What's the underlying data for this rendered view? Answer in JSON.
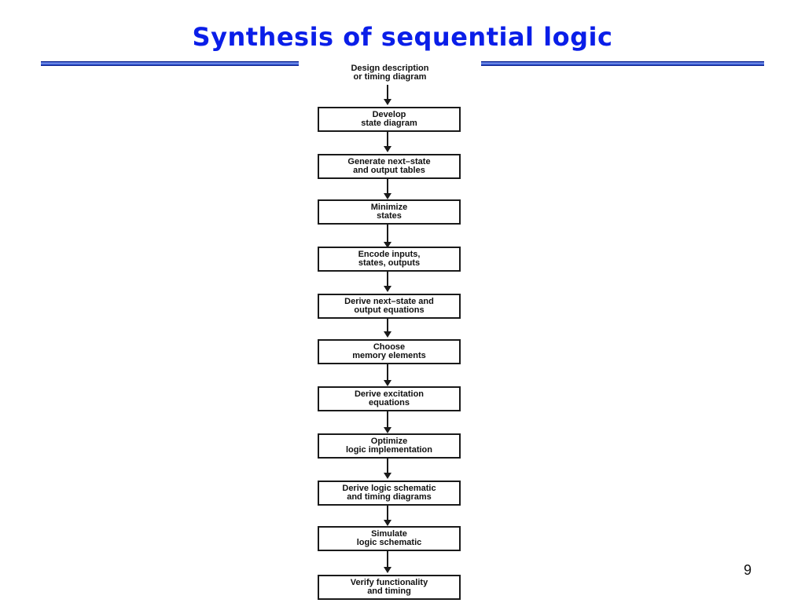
{
  "slide": {
    "title": "Synthesis of sequential logic",
    "page_number": "9"
  },
  "flowchart": {
    "start": "Design description\nor timing diagram",
    "steps": [
      "Develop\nstate diagram",
      "Generate next–state\nand output tables",
      "Minimize\nstates",
      "Encode inputs,\nstates, outputs",
      "Derive next–state and\noutput equations",
      "Choose\nmemory elements",
      "Derive excitation\nequations",
      "Optimize\nlogic implementation",
      "Derive logic schematic\nand timing diagrams",
      "Simulate\nlogic schematic",
      "Verify functionality\nand timing"
    ]
  }
}
